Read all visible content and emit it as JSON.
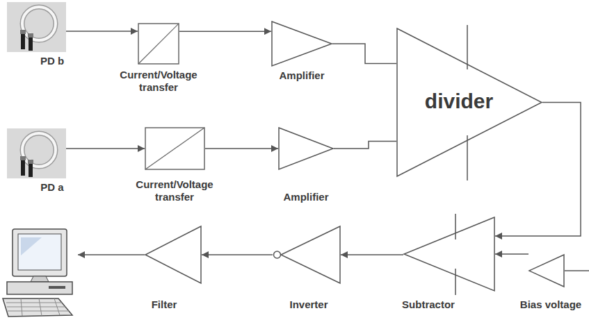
{
  "diagram": {
    "nodes": [
      {
        "text": [
          "PD b"
        ]
      },
      {
        "text": [
          "Current/Voltage transfer"
        ]
      },
      {
        "text": [
          "Amplifier"
        ]
      },
      {
        "text": [
          "divider"
        ]
      },
      {
        "text": [
          "PD a"
        ]
      },
      {
        "text": [
          "Current/Voltage transfer"
        ]
      },
      {
        "text": [
          "Amplifier"
        ]
      },
      {
        "text": []
      },
      {
        "text": [
          "Filter"
        ]
      },
      {
        "text": [
          "Inverter"
        ]
      },
      {
        "text": [
          "Subtractor"
        ]
      },
      {
        "text": [
          "Bias voltage"
        ]
      }
    ],
    "edges": [
      {
        "from": 0,
        "to": 1,
        "arrow": "to"
      },
      {
        "from": 1,
        "to": 2,
        "arrow": "to"
      },
      {
        "from": 2,
        "to": 3,
        "arrow": "none"
      },
      {
        "from": 4,
        "to": 5,
        "arrow": "to"
      },
      {
        "from": 5,
        "to": 6,
        "arrow": "to"
      },
      {
        "from": 6,
        "to": 3,
        "arrow": "none"
      },
      {
        "from": 3,
        "to": 10,
        "arrow": "to"
      },
      {
        "from": 11,
        "to": 10,
        "arrow": "to"
      },
      {
        "from": 10,
        "to": 9,
        "arrow": "to"
      },
      {
        "from": 9,
        "to": 8,
        "arrow": "to"
      },
      {
        "from": 8,
        "to": 7,
        "arrow": "to"
      }
    ]
  }
}
